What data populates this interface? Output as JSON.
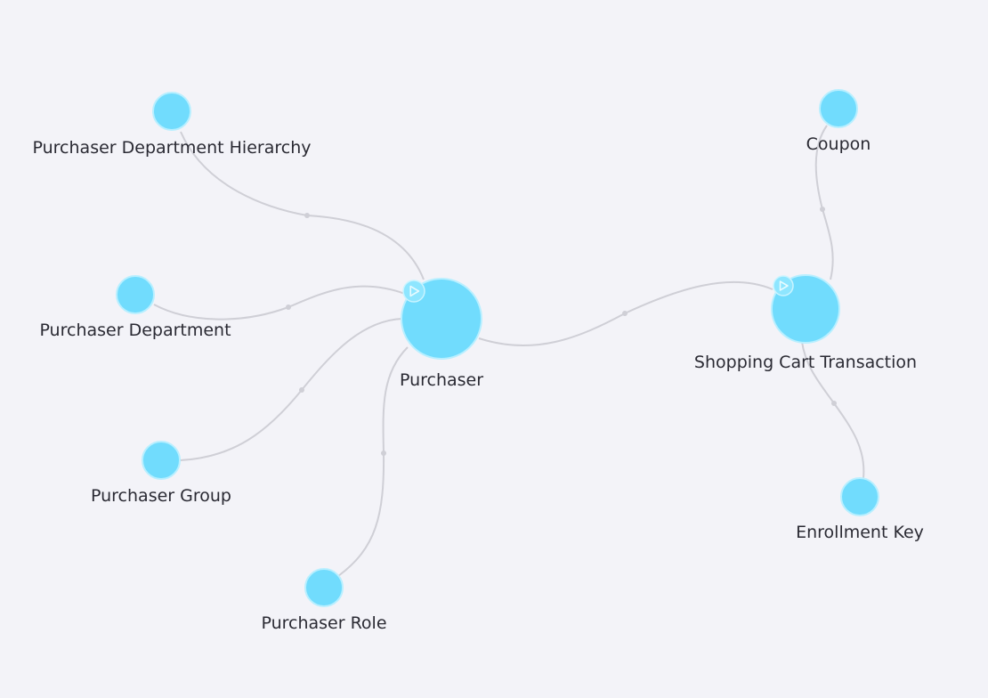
{
  "graph": {
    "nodes": [
      {
        "id": "purchaser",
        "label": "Purchaser",
        "size": "large",
        "expand_icon": "play-outline-icon"
      },
      {
        "id": "shopping-cart-transaction",
        "label": "Shopping Cart Transaction",
        "size": "large",
        "expand_icon": "play-outline-icon"
      },
      {
        "id": "purchaser-department-hierarchy",
        "label": "Purchaser Department Hierarchy",
        "size": "small"
      },
      {
        "id": "purchaser-department",
        "label": "Purchaser Department",
        "size": "small"
      },
      {
        "id": "purchaser-group",
        "label": "Purchaser Group",
        "size": "small"
      },
      {
        "id": "purchaser-role",
        "label": "Purchaser Role",
        "size": "small"
      },
      {
        "id": "coupon",
        "label": "Coupon",
        "size": "small"
      },
      {
        "id": "enrollment-key",
        "label": "Enrollment Key",
        "size": "small"
      }
    ],
    "edges": [
      {
        "source": "purchaser",
        "target": "purchaser-department-hierarchy"
      },
      {
        "source": "purchaser",
        "target": "purchaser-department"
      },
      {
        "source": "purchaser",
        "target": "purchaser-group"
      },
      {
        "source": "purchaser",
        "target": "purchaser-role"
      },
      {
        "source": "purchaser",
        "target": "shopping-cart-transaction"
      },
      {
        "source": "shopping-cart-transaction",
        "target": "coupon"
      },
      {
        "source": "shopping-cart-transaction",
        "target": "enrollment-key"
      }
    ]
  },
  "colors": {
    "background": "#f3f3f8",
    "node_fill": "#71dcfd",
    "node_stroke": "#b8efff",
    "edge": "#cfcfd6",
    "label": "#2a2a33"
  }
}
